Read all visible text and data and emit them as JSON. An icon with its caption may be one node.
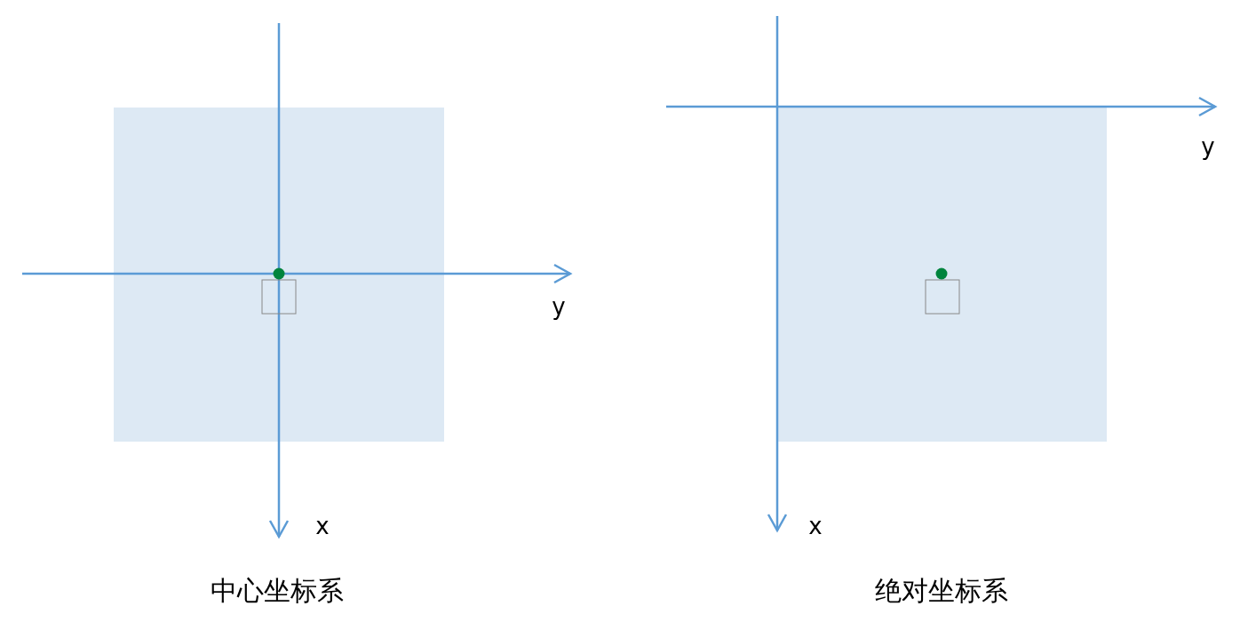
{
  "diagram": {
    "labels": [
      "y",
      "x",
      "中心坐标系",
      "y",
      "x",
      "绝对坐标系"
    ]
  }
}
